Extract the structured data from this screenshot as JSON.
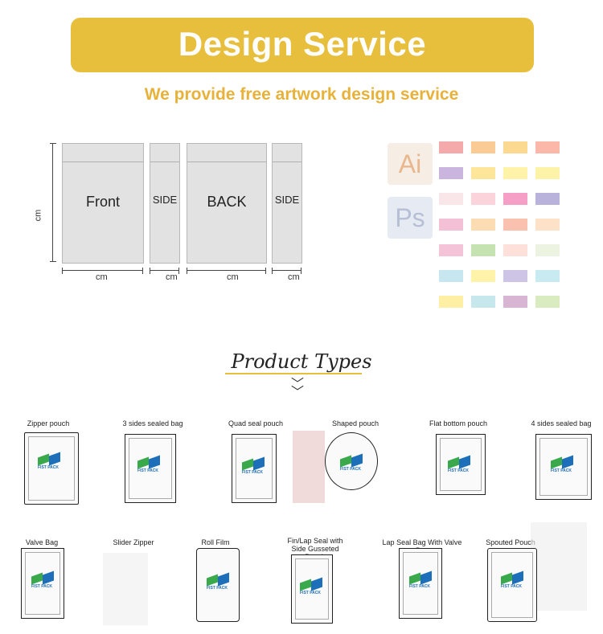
{
  "banner": {
    "title": "Design Service",
    "color": "#e8bf3d"
  },
  "subtitle": "We provide free artwork design service",
  "layout_panels": [
    {
      "label": "Front"
    },
    {
      "label": "SIDE"
    },
    {
      "label": "BACK"
    },
    {
      "label": "SIDE"
    }
  ],
  "dimension_labels": {
    "vertical": "cm",
    "horizontal": [
      "cm",
      "cm",
      "cm",
      "cm"
    ]
  },
  "software_icons": [
    "Ai",
    "Ps"
  ],
  "swatches": [
    "#f4aaaa",
    "#fbcb96",
    "#fbd990",
    "#fbb7a8",
    "#c9b5dd",
    "#fde59a",
    "#fef3a9",
    "#fdf3a8",
    "#f9e6e8",
    "#fbd4db",
    "#f59fc7",
    "#b9b2da",
    "#f4c0d6",
    "#fcdcb3",
    "#f9c1ae",
    "#fde2c7",
    "#f4c3d7",
    "#c4e3b0",
    "#fde0da",
    "#edf3e1",
    "#c6e7ef",
    "#fef3a8",
    "#cec4e6",
    "#c8eaf1",
    "#fdf0a5",
    "#c6e8ec",
    "#d9b5d4",
    "#d9ecc0"
  ],
  "product_section": {
    "title": "Product Types"
  },
  "brand_text": "FIST PACK",
  "products_row1": [
    "Zipper pouch",
    "3 sides sealed bag",
    "Quad seal pouch",
    "Shaped pouch",
    "Flat bottom pouch",
    "4 sides sealed bag"
  ],
  "products_row2": [
    "Valve Bag",
    "Slider Zipper",
    "Roll Film",
    "Fin/Lap Seal with Side Gusseted Pouch",
    "Lap Seal Bag With Valve Bag",
    "Spouted Pouch"
  ]
}
